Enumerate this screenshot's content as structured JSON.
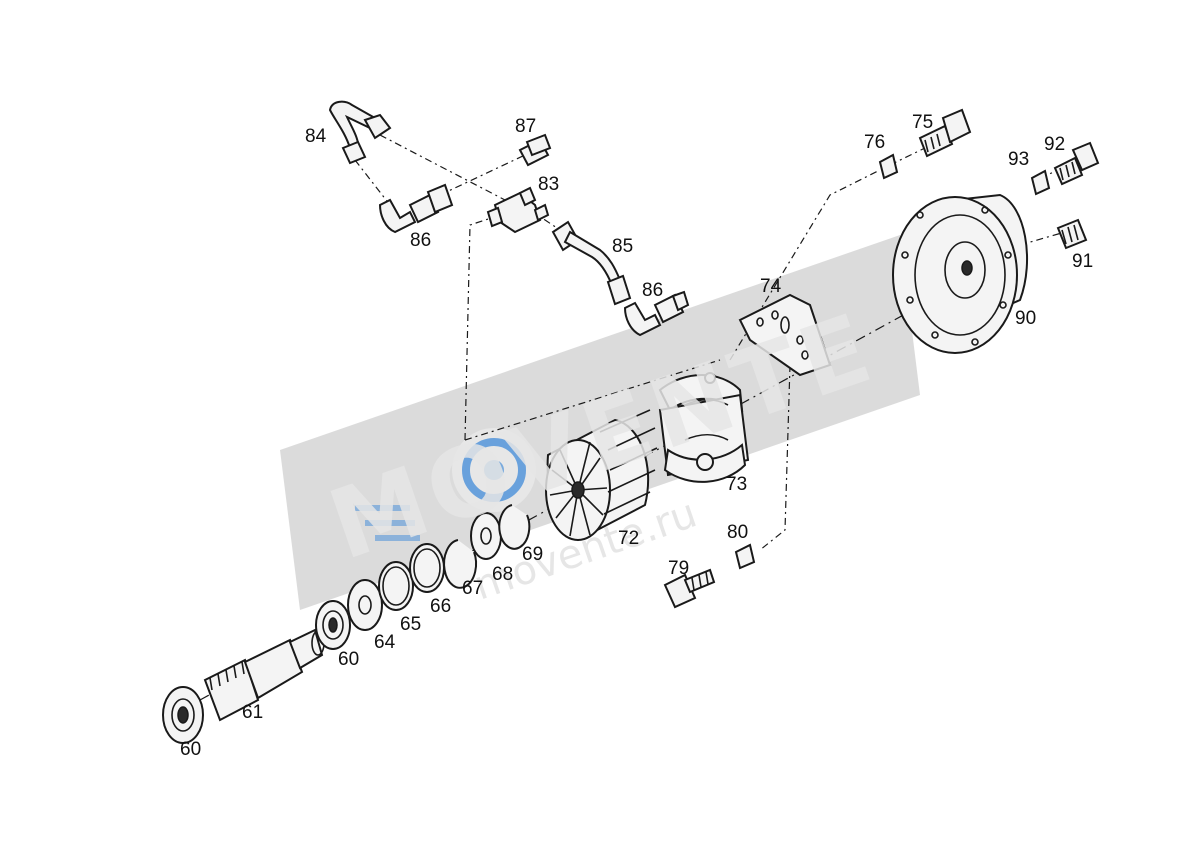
{
  "labels": {
    "l60a": "60",
    "l61": "61",
    "l60b": "60",
    "l64": "64",
    "l65": "65",
    "l66": "66",
    "l67": "67",
    "l68": "68",
    "l69": "69",
    "l72": "72",
    "l73": "73",
    "l74": "74",
    "l75": "75",
    "l76": "76",
    "l79": "79",
    "l80": "80",
    "l83": "83",
    "l84": "84",
    "l85": "85",
    "l86a": "86",
    "l86b": "86",
    "l87": "87",
    "l90": "90",
    "l91": "91",
    "l92": "92",
    "l93": "93"
  },
  "watermark": {
    "brand": "MOVENTE",
    "url": "movente.ru",
    "color": "#bdbdbd",
    "accent": "#4a90d9"
  }
}
